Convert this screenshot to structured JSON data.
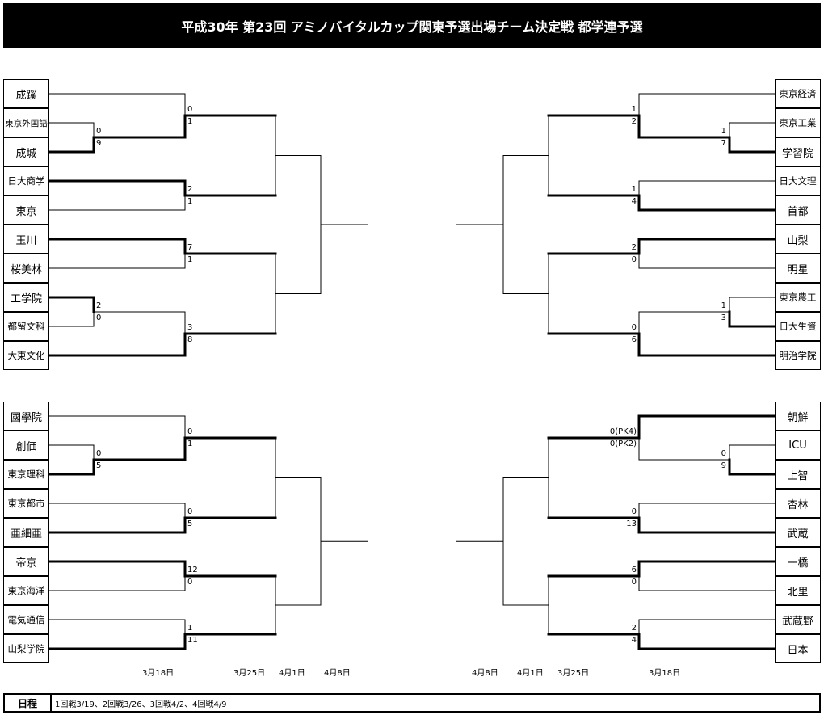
{
  "title": "平成30年 第23回 アミノバイタルカップ関東予選出場チーム決定戦 都学連予選",
  "blocks": [
    {
      "side": "left",
      "teams": [
        "成蹊",
        "東京外国語",
        "成城",
        "日大商学",
        "東京",
        "玉川",
        "桜美林",
        "工学院",
        "都留文科",
        "大東文化"
      ],
      "prelim": [
        {
          "pair": [
            1,
            2
          ],
          "scores": [
            "0",
            "9"
          ],
          "winner": 2
        },
        {
          "pair": [
            7,
            8
          ],
          "scores": [
            "2",
            "0"
          ],
          "winner": 7
        }
      ],
      "r1": [
        {
          "top": {
            "team": 0
          },
          "bottom": {
            "prelim": 0
          },
          "scores": [
            "0",
            "1"
          ],
          "winner": "bottom"
        },
        {
          "top": {
            "team": 3
          },
          "bottom": {
            "team": 4
          },
          "scores": [
            "2",
            "1"
          ],
          "winner": "top"
        },
        {
          "top": {
            "team": 5
          },
          "bottom": {
            "team": 6
          },
          "scores": [
            "7",
            "1"
          ],
          "winner": "top"
        },
        {
          "top": {
            "prelim": 1
          },
          "bottom": {
            "team": 9
          },
          "scores": [
            "3",
            "8"
          ],
          "winner": "bottom"
        }
      ]
    },
    {
      "side": "right",
      "teams": [
        "東京経済",
        "東京工業",
        "学習院",
        "日大文理",
        "首都",
        "山梨",
        "明星",
        "東京農工",
        "日大生資",
        "明治学院"
      ],
      "prelim": [
        {
          "pair": [
            1,
            2
          ],
          "scores": [
            "1",
            "7"
          ],
          "winner": 2
        },
        {
          "pair": [
            7,
            8
          ],
          "scores": [
            "1",
            "3"
          ],
          "winner": 8
        }
      ],
      "r1": [
        {
          "top": {
            "team": 0
          },
          "bottom": {
            "prelim": 0
          },
          "scores": [
            "1",
            "2"
          ],
          "winner": "bottom"
        },
        {
          "top": {
            "team": 3
          },
          "bottom": {
            "team": 4
          },
          "scores": [
            "1",
            "4"
          ],
          "winner": "bottom"
        },
        {
          "top": {
            "team": 5
          },
          "bottom": {
            "team": 6
          },
          "scores": [
            "2",
            "0"
          ],
          "winner": "top"
        },
        {
          "top": {
            "prelim": 1
          },
          "bottom": {
            "team": 9
          },
          "scores": [
            "0",
            "6"
          ],
          "winner": "bottom"
        }
      ]
    },
    {
      "side": "left",
      "teams": [
        "國學院",
        "創価",
        "東京理科",
        "東京都市",
        "亜細亜",
        "帝京",
        "東京海洋",
        "電気通信",
        "山梨学院"
      ],
      "prelim": [
        {
          "pair": [
            1,
            2
          ],
          "scores": [
            "0",
            "5"
          ],
          "winner": 2
        }
      ],
      "r1": [
        {
          "top": {
            "team": 0
          },
          "bottom": {
            "prelim": 0
          },
          "scores": [
            "0",
            "1"
          ],
          "winner": "bottom"
        },
        {
          "top": {
            "team": 3
          },
          "bottom": {
            "team": 4
          },
          "scores": [
            "0",
            "5"
          ],
          "winner": "bottom"
        },
        {
          "top": {
            "team": 5
          },
          "bottom": {
            "team": 6
          },
          "scores": [
            "12",
            "0"
          ],
          "winner": "top"
        },
        {
          "top": {
            "team": 7
          },
          "bottom": {
            "team": 8
          },
          "scores": [
            "1",
            "11"
          ],
          "winner": "bottom"
        }
      ]
    },
    {
      "side": "right",
      "teams": [
        "朝鮮",
        "ICU",
        "上智",
        "杏林",
        "武蔵",
        "一橋",
        "北里",
        "武蔵野",
        "日本"
      ],
      "prelim": [
        {
          "pair": [
            1,
            2
          ],
          "scores": [
            "0",
            "9"
          ],
          "winner": 2
        }
      ],
      "r1": [
        {
          "top": {
            "team": 0
          },
          "bottom": {
            "prelim": 0
          },
          "scores": [
            "0(PK4)",
            "0(PK2)"
          ],
          "winner": "top"
        },
        {
          "top": {
            "team": 3
          },
          "bottom": {
            "team": 4
          },
          "scores": [
            "0",
            "13"
          ],
          "winner": "bottom"
        },
        {
          "top": {
            "team": 5
          },
          "bottom": {
            "team": 6
          },
          "scores": [
            "6",
            "0"
          ],
          "winner": "top"
        },
        {
          "top": {
            "team": 7
          },
          "bottom": {
            "team": 8
          },
          "scores": [
            "2",
            "4"
          ],
          "winner": "bottom"
        }
      ]
    }
  ],
  "dates_left": [
    "3月18日",
    "3月25日",
    "4月1日",
    "4月8日"
  ],
  "dates_right": [
    "4月8日",
    "4月1日",
    "3月25日",
    "3月18日"
  ],
  "footer": {
    "label": "日程",
    "text": "1回戦3/19、2回戦3/26、3回戦4/2、4回戦4/9"
  }
}
